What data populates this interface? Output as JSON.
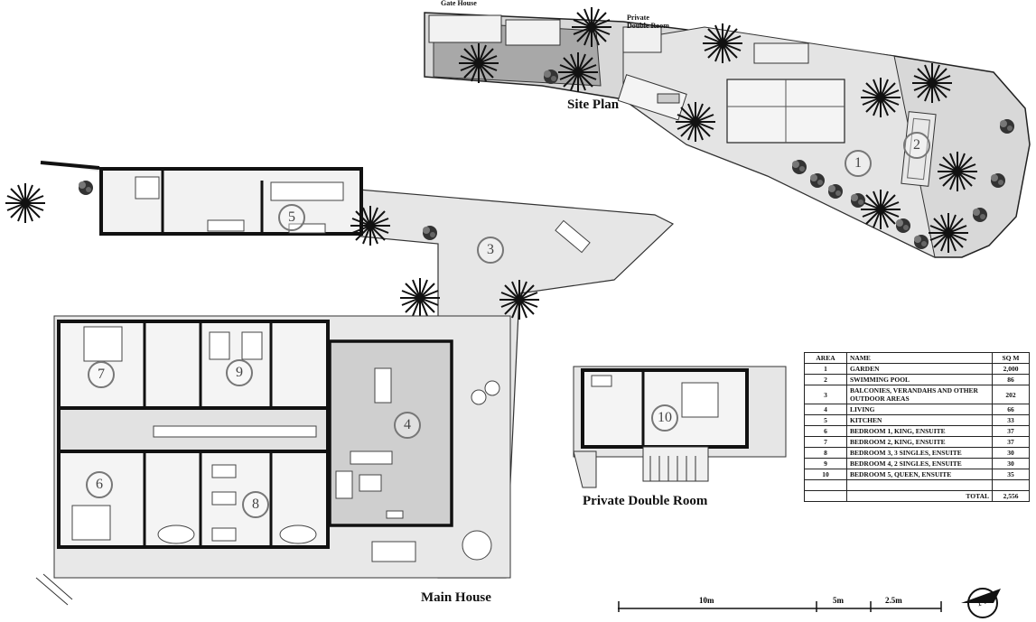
{
  "labels": {
    "gate_house": "Gate House",
    "private_double_room_small": "Private Double Room",
    "site_plan": "Site Plan",
    "private_double_room": "Private Double Room",
    "main_house": "Main House"
  },
  "area_numbers": [
    "1",
    "2",
    "3",
    "4",
    "5",
    "6",
    "7",
    "8",
    "9",
    "10"
  ],
  "area_table": {
    "headers": [
      "AREA",
      "NAME",
      "SQ M"
    ],
    "rows": [
      [
        "1",
        "GARDEN",
        "2,000"
      ],
      [
        "2",
        "SWIMMING POOL",
        "86"
      ],
      [
        "3",
        "BALCONIES, VERANDAHS AND OTHER OUTDOOR AREAS",
        "202"
      ],
      [
        "4",
        "LIVING",
        "66"
      ],
      [
        "5",
        "KITCHEN",
        "33"
      ],
      [
        "6",
        "BEDROOM 1, KING, ENSUITE",
        "37"
      ],
      [
        "7",
        "BEDROOM 2, KING, ENSUITE",
        "37"
      ],
      [
        "8",
        "BEDROOM 3, 3 SINGLES, ENSUITE",
        "30"
      ],
      [
        "9",
        "BEDROOM 4, 2 SINGLES, ENSUITE",
        "30"
      ],
      [
        "10",
        "BEDROOM 5, QUEEN, ENSUITE",
        "35"
      ]
    ],
    "total_label": "TOTAL",
    "total_value": "2,556"
  },
  "scale": {
    "a": "10m",
    "b": "5m",
    "c": "2.5m"
  },
  "north": "N"
}
